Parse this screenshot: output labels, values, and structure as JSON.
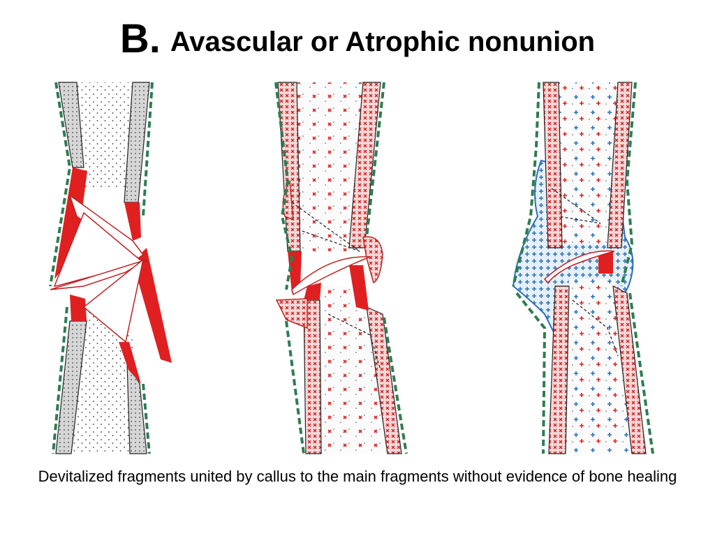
{
  "slide": {
    "title_letter": "B.",
    "title_text": "Avascular or Atrophic nonunion",
    "caption": "Devitalized fragments united by callus to the main fragments without evidence of bone healing"
  },
  "figure": {
    "panels": [
      {
        "id": "initial-fracture"
      },
      {
        "id": "partial-revascularization"
      },
      {
        "id": "callus-union"
      }
    ],
    "colors": {
      "dead_bone": "#e02020",
      "periosteum": "#2e7d50",
      "cortex_fill": "#d9d9d9",
      "red_marks": "#e02020",
      "blue_marks": "#2a6fb8"
    }
  }
}
